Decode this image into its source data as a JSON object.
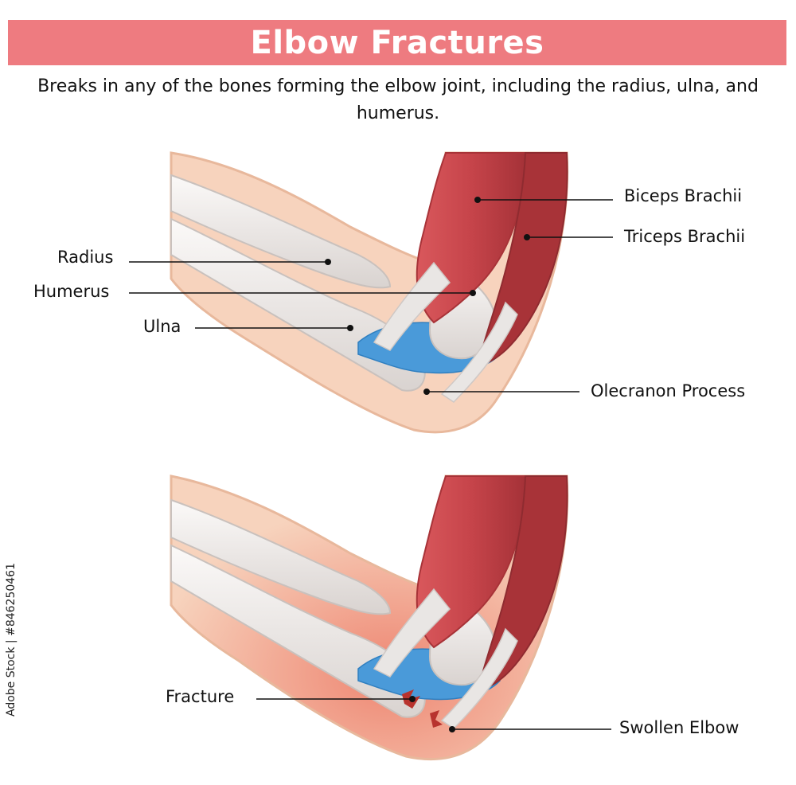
{
  "title": "Elbow Fractures",
  "subtitle": "Breaks in any of the bones forming the elbow joint, including the radius, ulna, and humerus.",
  "top_diagram": {
    "labels": {
      "biceps": "Biceps Brachii",
      "triceps": "Triceps Brachii",
      "radius": "Radius",
      "humerus": "Humerus",
      "ulna": "Ulna",
      "olecranon": "Olecranon Process"
    }
  },
  "bottom_diagram": {
    "labels": {
      "fracture": "Fracture",
      "swollen": "Swollen Elbow"
    }
  },
  "stock_id": "Adobe Stock | #846250461",
  "colors": {
    "title_bar": "#ee7b80",
    "skin": "#f7d3bd",
    "skin_outline": "#e8b89c",
    "muscle": "#cf4a4f",
    "muscle_dark": "#a83338",
    "bone": "#f4f1ef",
    "bone_shade": "#d8d2cf",
    "cartilage": "#4a9ad9",
    "swelling": "#f19b88",
    "fracture": "#b8332e"
  }
}
